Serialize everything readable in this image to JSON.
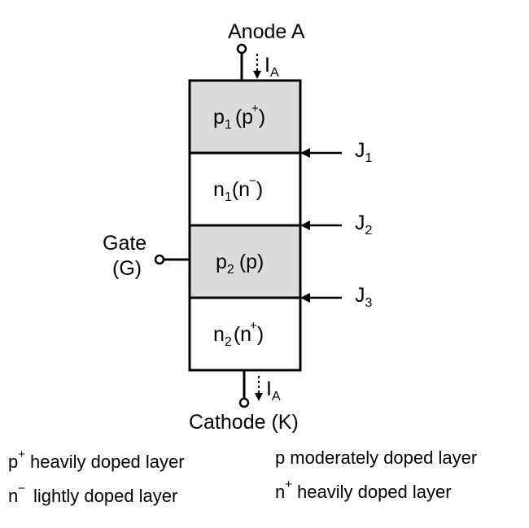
{
  "anode_label": "Anode A",
  "cathode_label": "Cathode (K)",
  "gate_label_line1": "Gate",
  "gate_label_line2": "(G)",
  "current_label": {
    "base": "I",
    "sub": "A"
  },
  "layers": [
    {
      "base": "p",
      "sub": "1",
      "paren": "p",
      "sup": "+",
      "shaded": true
    },
    {
      "base": "n",
      "sub": "1",
      "paren": "n",
      "sup": "−",
      "shaded": false
    },
    {
      "base": "p",
      "sub": "2",
      "paren": "p",
      "sup": "",
      "shaded": true
    },
    {
      "base": "n",
      "sub": "2",
      "paren": "n",
      "sup": "+",
      "shaded": false
    }
  ],
  "junctions": [
    {
      "base": "J",
      "sub": "1"
    },
    {
      "base": "J",
      "sub": "2"
    },
    {
      "base": "J",
      "sub": "3"
    }
  ],
  "legend": [
    {
      "sym": "p",
      "sup": "+",
      "text": "heavily doped layer"
    },
    {
      "sym": "p",
      "sup": "",
      "text": "moderately doped layer"
    },
    {
      "sym": "n",
      "sup": "−",
      "text": "lightly doped layer"
    },
    {
      "sym": "n",
      "sup": "+",
      "text": "heavily doped layer"
    }
  ],
  "colors": {
    "shaded_layer": "#dcdcdc",
    "plain_layer": "#ffffff",
    "line": "#000000"
  }
}
